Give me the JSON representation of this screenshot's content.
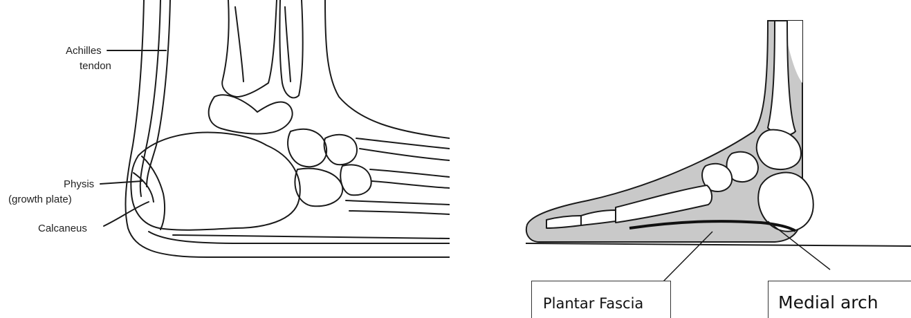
{
  "left_diagram": {
    "labels": {
      "achilles_line1": "Achilles",
      "achilles_line2": "tendon",
      "physis_line1": "Physis",
      "physis_line2": "(growth plate)",
      "calcaneus": "Calcaneus"
    }
  },
  "right_diagram": {
    "labels": {
      "plantar_fascia": "Plantar Fascia",
      "medial_arch": "Medial arch"
    }
  },
  "colors": {
    "outline": "#1a1a1a",
    "soft_tissue": "#c9c9c9",
    "bone_fill": "#ffffff",
    "fascia": "#111111"
  }
}
